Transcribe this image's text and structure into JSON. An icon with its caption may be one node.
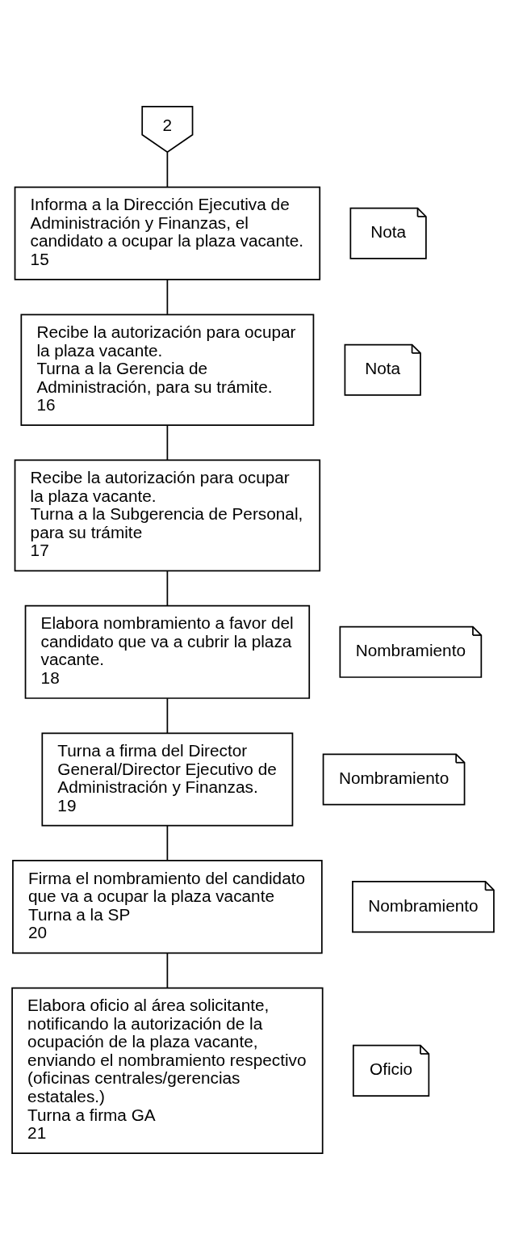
{
  "diagram": {
    "nodes": [
      {
        "text": [
          "2"
        ]
      },
      {
        "text": [
          "Informa a la Dirección Ejecutiva de Administración y Finanzas, el candidato a ocupar la plaza vacante.",
          "15"
        ]
      },
      {
        "text": [
          "Nota"
        ]
      },
      {
        "text": [
          "Recibe la autorización para ocupar la plaza vacante.",
          "Turna a la Gerencia de Administración, para su trámite.",
          "16"
        ]
      },
      {
        "text": [
          "Nota"
        ]
      },
      {
        "text": [
          "Recibe la autorización para ocupar la plaza vacante.",
          "Turna a la Subgerencia de Personal, para su trámite",
          "17"
        ]
      },
      {
        "text": [
          "Elabora nombramiento a favor del candidato que va a cubrir la plaza vacante.",
          "18"
        ]
      },
      {
        "text": [
          "Nombramiento"
        ]
      },
      {
        "text": [
          "Turna a firma del Director General/Director Ejecutivo de Administración y Finanzas.",
          "19"
        ]
      },
      {
        "text": [
          "Nombramiento"
        ]
      },
      {
        "text": [
          "Firma el nombramiento del candidato que va a ocupar la plaza vacante",
          "Turna a la SP",
          "20"
        ]
      },
      {
        "text": [
          "Nombramiento"
        ]
      },
      {
        "text": [
          "Elabora oficio al área solicitante, notificando la autorización de la ocupación de la plaza vacante, enviando el nombramiento respectivo (oficinas centrales/gerencias estatales.)",
          "Turna a firma GA",
          "21"
        ]
      },
      {
        "text": [
          "Oficio"
        ]
      }
    ],
    "edges": [
      {
        "from": 0,
        "to": 1,
        "arrow": "none"
      },
      {
        "from": 1,
        "to": 3,
        "arrow": "none"
      },
      {
        "from": 3,
        "to": 5,
        "arrow": "none"
      },
      {
        "from": 5,
        "to": 6,
        "arrow": "none"
      },
      {
        "from": 6,
        "to": 8,
        "arrow": "none"
      },
      {
        "from": 8,
        "to": 10,
        "arrow": "none"
      },
      {
        "from": 10,
        "to": 12,
        "arrow": "none"
      }
    ]
  }
}
